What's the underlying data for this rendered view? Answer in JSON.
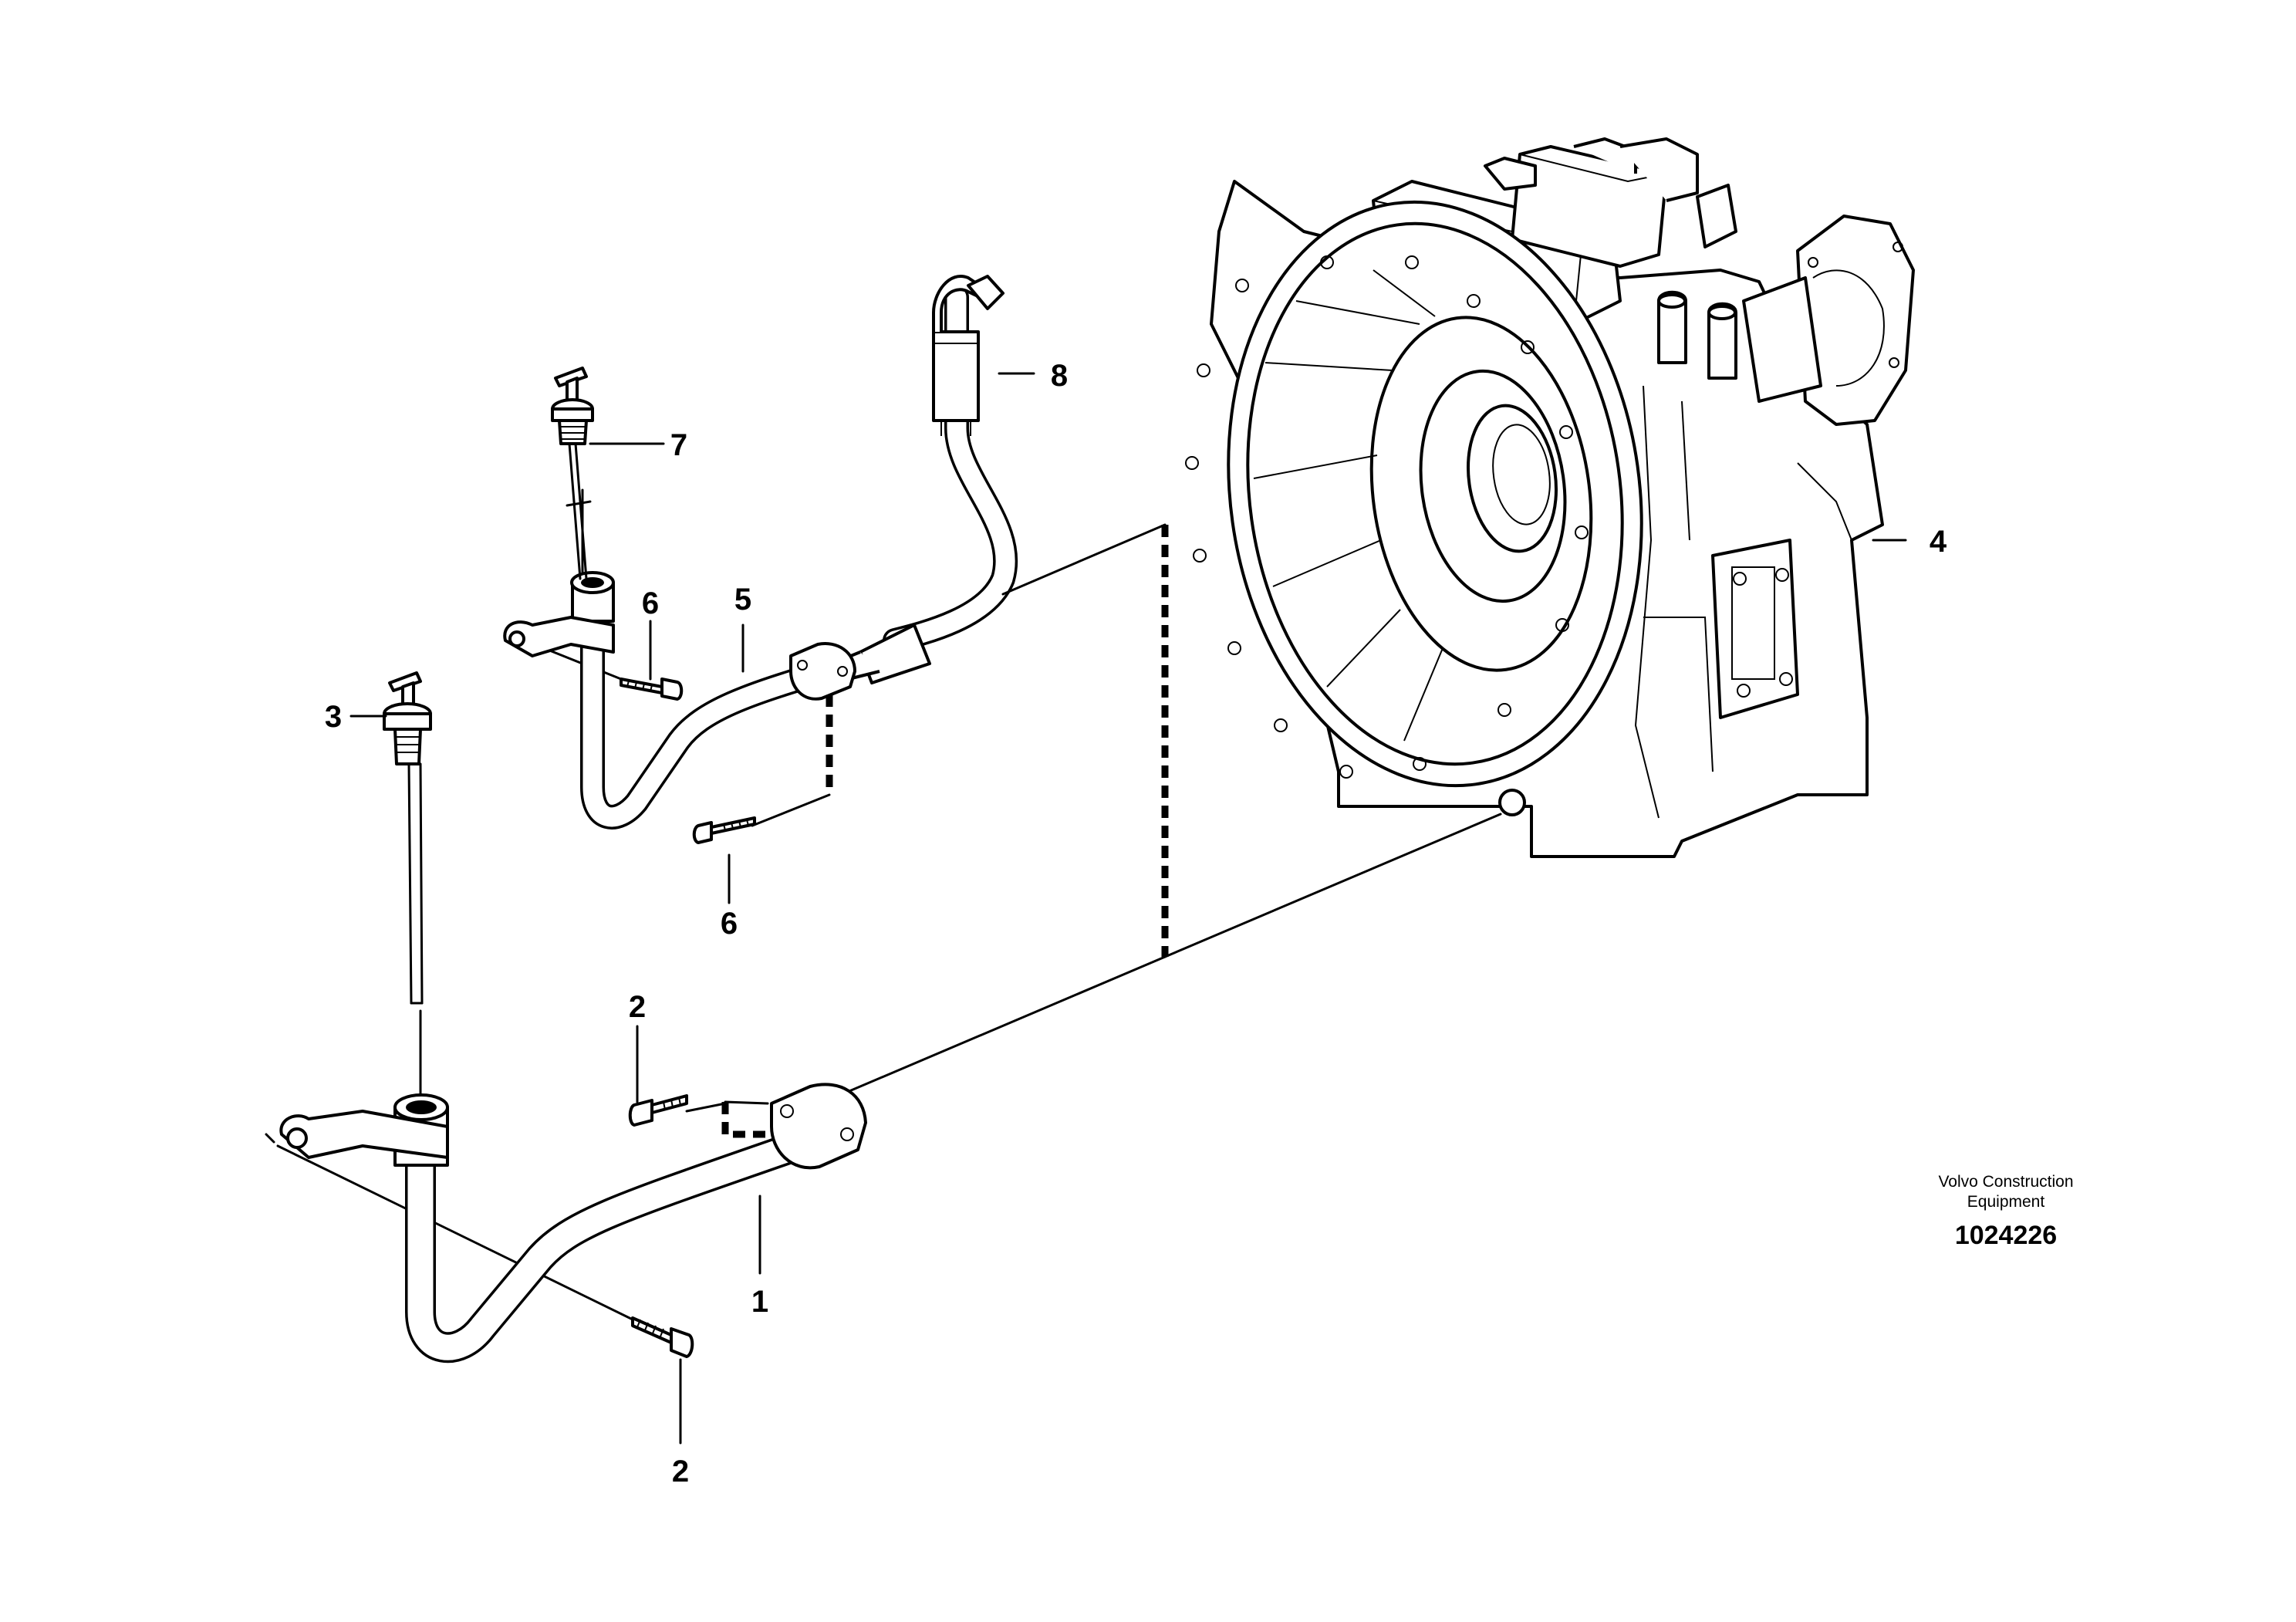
{
  "callouts": {
    "c1": "1",
    "c2a": "2",
    "c2b": "2",
    "c3": "3",
    "c4": "4",
    "c5": "5",
    "c6a": "6",
    "c6b": "6",
    "c7": "7",
    "c8": "8"
  },
  "brand": {
    "line1": "Volvo Construction",
    "line2": "Equipment"
  },
  "part_number": "1024226"
}
